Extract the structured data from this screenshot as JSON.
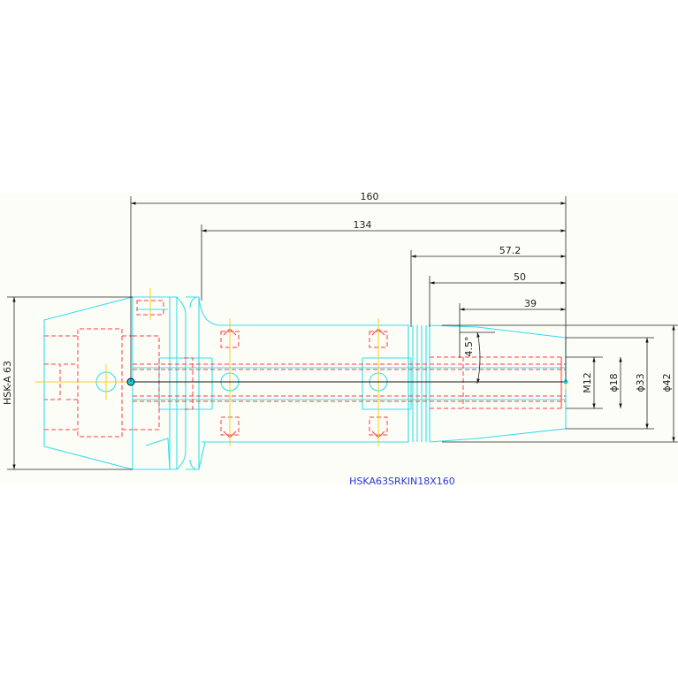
{
  "drawing": {
    "part_id": "HSKA63SRKIN18X160",
    "dimensions": {
      "total_length": "160",
      "length_134": "134",
      "length_57_2": "57.2",
      "length_50": "50",
      "length_39": "39",
      "angle": "4.5°",
      "thread": "M12",
      "dia_18": "ϕ18",
      "dia_33": "ϕ33",
      "dia_42": "ϕ42",
      "interface": "HSK-A 63"
    },
    "colors": {
      "background": "#fdfdf8",
      "outline": "#33e0e8",
      "hidden_lines": "#ff3a3a",
      "dimension_lines": "#222222",
      "center_marks": "#f2d21a",
      "label": "#2a3ad6"
    }
  }
}
